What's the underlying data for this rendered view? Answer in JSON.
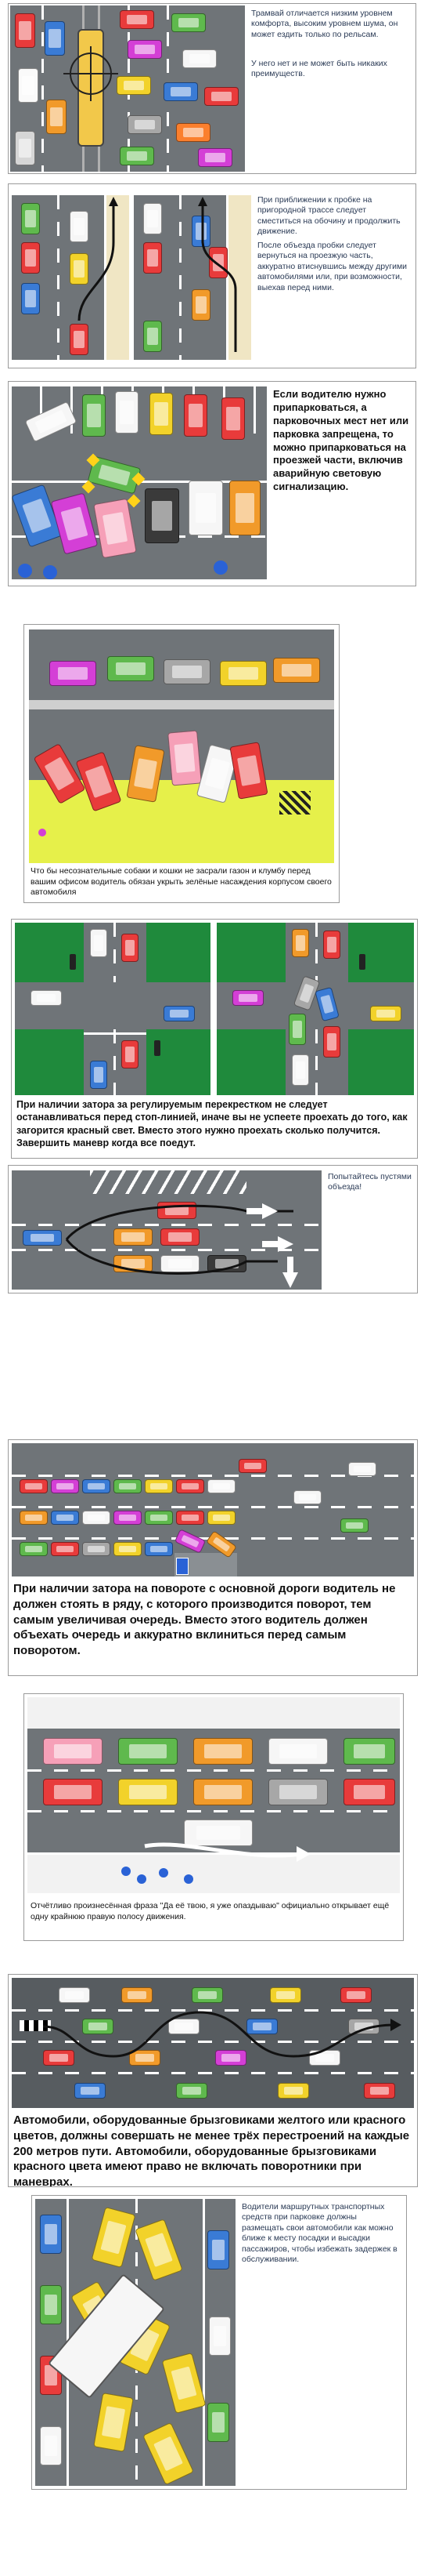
{
  "panels": [
    {
      "id": "tram",
      "paragraphs": [
        "Трамвай отличается низким уровнем комфорта, высоким уровнем шума, он может ездить только по рельсам.",
        "У него нет и не может быть никаких преимуществ."
      ]
    },
    {
      "id": "shoulder",
      "paragraphs": [
        "При приближении к пробке на пригородной трассе следует сместиться на обочину и продолжить движение.",
        "После объезда пробки следует вернуться на проезжую часть, аккуратно втиснувшись между другими автомобилями или, при возможности, выехав перед ними."
      ]
    },
    {
      "id": "hazard-parking",
      "paragraphs": [
        "Если водителю нужно припарковаться, а парковочных мест нет или парковка запрещена, то можно припарковаться на проезжей части, включив аварийную световую сигнализацию."
      ]
    },
    {
      "id": "lawn",
      "paragraphs": [
        "Что бы несознательные собаки и кошки не засрали газон и клумбу перед вашим офисом водитель обязан укрыть зелёные насаждения корпусом своего автомобиля"
      ]
    },
    {
      "id": "intersection",
      "paragraphs": [
        "При наличии затора за регулируемым перекрестком не следует останавливаться перед стоп-линией, иначе вы не успеете проехать до того, как загорится красный свет. Вместо этого нужно проехать сколько получится. Завершить маневр когда все поедут."
      ]
    },
    {
      "id": "detour",
      "paragraphs": [
        "Попытайтесь пустями объезда!"
      ]
    },
    {
      "id": "turn-queue",
      "paragraphs": [
        "При наличии затора на повороте с основной дороги водитель не должен стоять в ряду, с которого производится поворот, тем самым увеличивая очередь. Вместо этого водитель должен объехать очередь и аккуратно вклиниться перед самым поворотом."
      ]
    },
    {
      "id": "late-phrase",
      "paragraphs": [
        "Отчётливо произнесённая фраза \"Да её твою, я уже опаздываю\" официально открывает ещё одну крайнюю правую полосу движения."
      ]
    },
    {
      "id": "mudflaps",
      "paragraphs": [
        "Автомобили, оборудованные брызговиками желтого или красного цветов, должны совершать не менее трёх перестроений на каждые 200 метров пути. Автомобили, оборудованные брызговиками красного цвета имеют право не включать поворотники при маневрах."
      ]
    },
    {
      "id": "minibus",
      "paragraphs": [
        "Водители маршрутных транспортных средств при парковке должны размещать свои автомобили как можно ближе к месту посадки и высадки пассажиров, чтобы избежать задержек в обслуживании."
      ]
    }
  ],
  "colors": {
    "road": "#6f7478",
    "grass": "#1f8a3c",
    "lawn_yellow": "#e6f04a",
    "sand": "#f0e6c4"
  }
}
